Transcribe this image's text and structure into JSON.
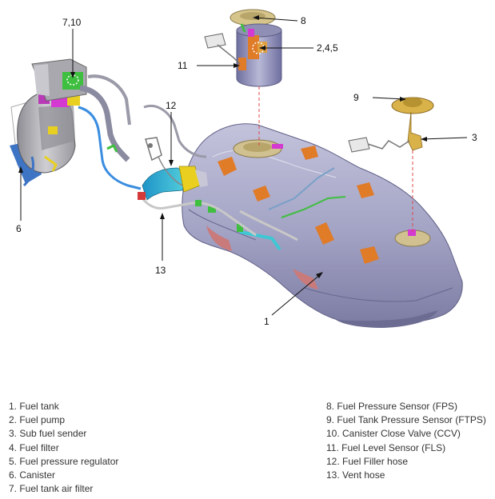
{
  "callouts": {
    "c1": "1",
    "c3": "3",
    "c6": "6",
    "c7_10": "7,10",
    "c8": "8",
    "c9": "9",
    "c11": "11",
    "c12": "12",
    "c13": "13",
    "c2_4_5": "2,4,5"
  },
  "legend": {
    "left": [
      "1. Fuel tank",
      "2. Fuel pump",
      "3. Sub fuel sender",
      "4. Fuel filter",
      "5. Fuel pressure regulator",
      "6. Canister",
      "7. Fuel tank air filter"
    ],
    "right": [
      "8. Fuel Pressure Sensor (FPS)",
      "9. Fuel Tank Pressure Sensor (FTPS)",
      "10. Canister Close Valve (CCV)",
      "11. Fuel Level Sensor (FLS)",
      "12. Fuel Filler hose",
      "13. Vent hose"
    ]
  },
  "colors": {
    "tank": "#a9a9c9",
    "tank_dark": "#7c7ca2",
    "tank_red": "#c97a7a",
    "orange": "#e07b28",
    "canister": "#b9b9bd",
    "canister_blue": "#3d74c4",
    "pipe_blue": "#3a8de0",
    "magenta": "#d43ad1",
    "green": "#3fbf3f",
    "yellow": "#e9d020",
    "cyan": "#3ec8d4",
    "gold": "#d9b24a"
  }
}
